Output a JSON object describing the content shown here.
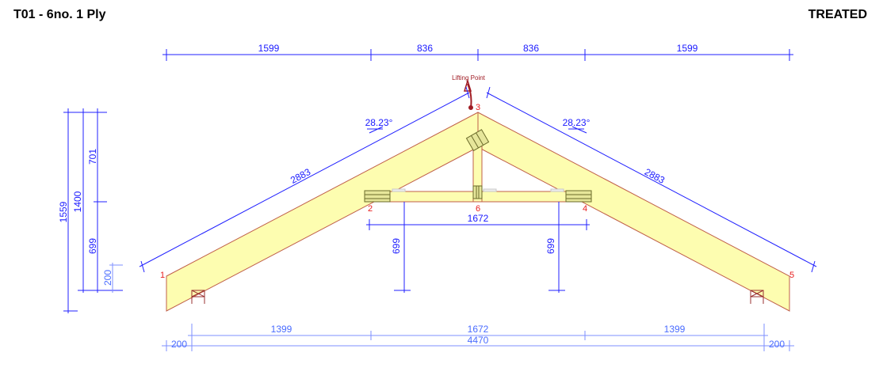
{
  "header": {
    "title": "T01 - 6no. 1 Ply",
    "treatment": "TREATED"
  },
  "lifting_point": {
    "label": "Lifting Point",
    "color": "#a01c24"
  },
  "nodes": [
    "1",
    "2",
    "3",
    "4",
    "5",
    "6"
  ],
  "top_dims": [
    "1599",
    "836",
    "836",
    "1599"
  ],
  "pitch": {
    "left": "28.23°",
    "right": "28.23°"
  },
  "rafter_lengths": {
    "left": "2883",
    "right": "2883"
  },
  "tie_span": "1672",
  "post_heights": {
    "left": "699",
    "right": "699"
  },
  "left_dims": {
    "overall": "1559",
    "height": "1400",
    "upper": "701",
    "lower": "699",
    "heel": "200"
  },
  "bottom_dims": {
    "row1": [
      "1399",
      "1672",
      "1399"
    ],
    "row2": [
      "200",
      "4470",
      "200"
    ]
  },
  "colors": {
    "dimension": "#2020ff",
    "timber": "#fdfdb0",
    "node_label": "#e82020"
  }
}
